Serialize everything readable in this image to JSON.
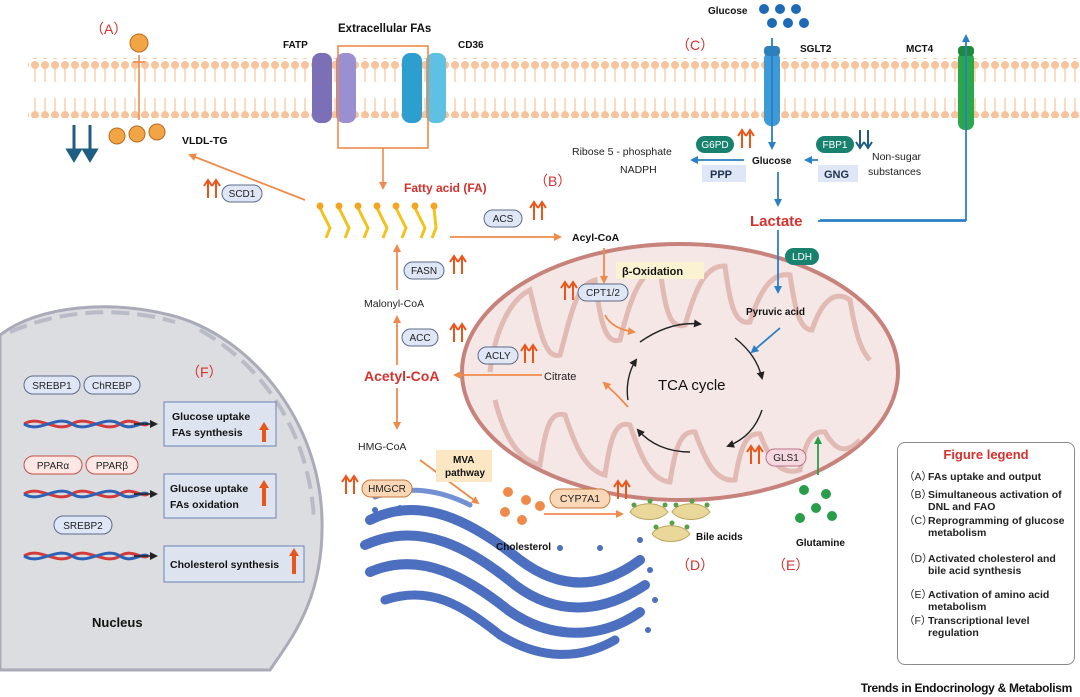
{
  "colors": {
    "accent_red": "#d5312e",
    "arrow_orange": "#f08a4b",
    "arrow_blue": "#2b7fc6",
    "down_arrow": "#1e5e83",
    "up_arrow": "#e8561c",
    "enzyme_fill": "#dfe6f5",
    "enzyme_green": "#19826f",
    "membrane": "#f4b98b",
    "mito_fill": "#f5e7e5",
    "nucleus_fill": "#dcdde1",
    "golgi": "#4c6fbf"
  },
  "panels": {
    "A": "（A）",
    "B": "（B）",
    "C": "（C）",
    "D": "（D）",
    "E": "（E）",
    "F": "（F）"
  },
  "labels": {
    "extracellular_fas": "Extracellular FAs",
    "fatp": "FATP",
    "cd36": "CD36",
    "glucose_top": "Glucose",
    "sglt2": "SGLT2",
    "mct4": "MCT4",
    "vldl_tg": "VLDL-TG",
    "ribose": "Ribose 5 - phosphate",
    "nadph": "NADPH",
    "glucose": "Glucose",
    "non_sugar_1": "Non-sugar",
    "non_sugar_2": "substances",
    "ppp": "PPP",
    "gng": "GNG",
    "fatty_acid": "Fatty acid (FA)",
    "acyl_coa": "Acyl-CoA",
    "beta_ox": "β-Oxidation",
    "lactate": "Lactate",
    "malonyl": "Malonyl-CoA",
    "pyruvic": "Pyruvic acid",
    "acetyl": "Acetyl-CoA",
    "citrate": "Citrate",
    "tca": "TCA cycle",
    "hmg": "HMG-CoA",
    "mva_1": "MVA",
    "mva_2": "pathway",
    "cholesterol": "Cholesterol",
    "bile": "Bile acids",
    "glutamine": "Glutamine",
    "nucleus": "Nucleus"
  },
  "enzymes": {
    "scd1": "SCD1",
    "acs": "ACS",
    "g6pd": "G6PD",
    "fbp1": "FBP1",
    "fasn": "FASN",
    "cpt": "CPT1/2",
    "ldh": "LDH",
    "acc": "ACC",
    "acly": "ACLY",
    "hmgcr": "HMGCR",
    "cyp": "CYP7A1",
    "gls1": "GLS1"
  },
  "nucleus_panel": {
    "srebp1": "SREBP1",
    "chrebp": "ChREBP",
    "ppara": "PPARα",
    "pparb": "PPARβ",
    "srebp2": "SREBP2",
    "box1_line1": "Glucose uptake",
    "box1_line2": "FAs synthesis",
    "box2_line1": "Glucose uptake",
    "box2_line2": "FAs oxidation",
    "box3": "Cholesterol synthesis"
  },
  "legend": {
    "title": "Figure legend",
    "items": [
      {
        "key": "（A）",
        "text": "FAs uptake and output"
      },
      {
        "key": "（B）",
        "text": "Simultaneous activation of DNL and FAO"
      },
      {
        "key": "（C）",
        "text": "Reprogramming of glucose metabolism"
      },
      {
        "key": "（D）",
        "text": "Activated cholesterol and bile acid synthesis"
      },
      {
        "key": "（E）",
        "text": "Activation of amino acid metabolism"
      },
      {
        "key": "（F）",
        "text": "Transcriptional level regulation"
      }
    ]
  },
  "footer": "Trends in Endocrinology & Metabolism"
}
